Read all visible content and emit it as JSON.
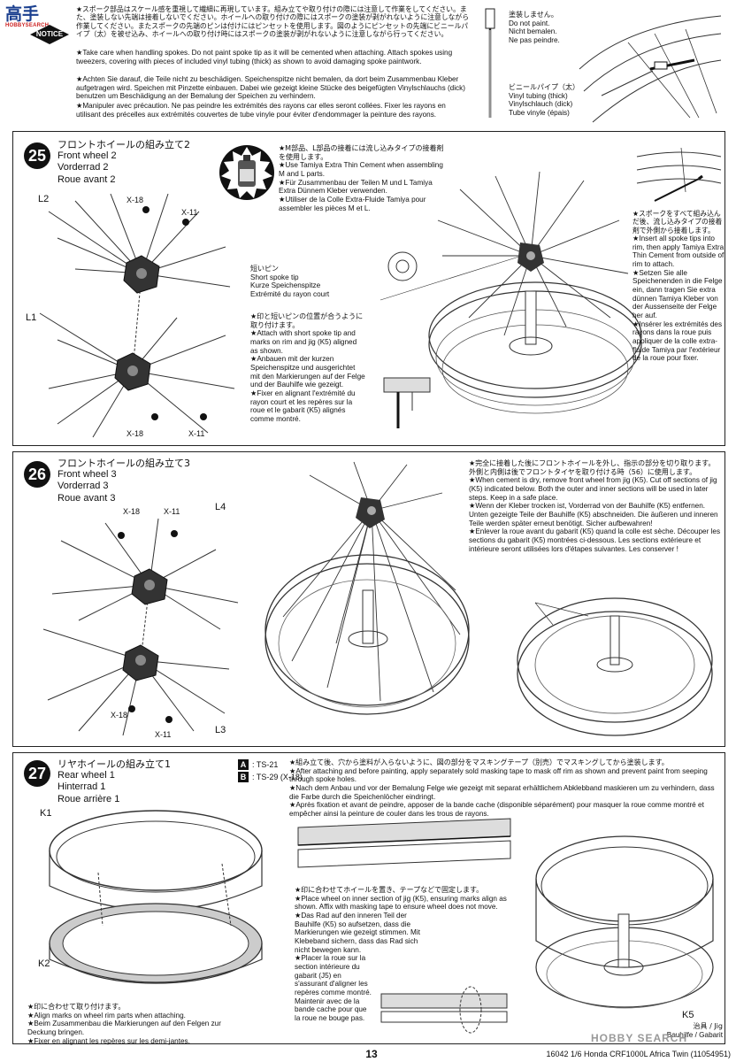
{
  "logo": {
    "text": "高手",
    "sub": "HOBBYSEARCH"
  },
  "notice": {
    "label": "NOTICE",
    "jp": "★スポーク部品はスケール感を重視して繊細に再現しています。組み立てや取り付けの際には注意して作業をしてください。また、塗装しない先端は接着しないでください。ホイールへの取り付けの際にはスポークの塗装が剥がれないように注意しながら作業してください。またスポークの先端のピンは付けにはピンセットを使用します。図のようにピンセットの先端にビニールパイプ（太）を被せ込み、ホイールへの取り付け時にはスポークの塗装が剥がれないように注意しながら行ってください。",
    "en": "★Take care when handling spokes. Do not paint spoke tip as it will be cemented when attaching. Attach spokes using tweezers, covering with pieces of included vinyl tubing (thick) as shown to avoid damaging spoke paintwork.",
    "de": "★Achten Sie darauf, die Teile nicht zu beschädigen. Speichenspitze nicht bemalen, da dort beim Zusammenbau Kleber aufgetragen wird. Speichen mit Pinzette einbauen. Dabei wie gezeigt kleine Stücke des beigefügten Vinylschlauchs (dick) benutzen um Beschädigung an der Bemalung der Speichen zu verhindern.",
    "fr": "★Manipuler avec précaution. Ne pas peindre les extrémités des rayons car elles seront collées. Fixer les rayons en utilisant des précelles aux extrémités couvertes de tube vinyle pour éviter d'endommager la peinture des rayons.",
    "do_not_paint": [
      "塗装しません。",
      "Do not paint.",
      "Nicht bemalen.",
      "Ne pas peindre."
    ],
    "vinyl": [
      "ビニールパイプ（太）",
      "Vinyl tubing (thick)",
      "Vinylschlauch (dick)",
      "Tube vinyle (épais)"
    ]
  },
  "step25": {
    "num": "25",
    "title_jp": "フロントホイールの組み立て2",
    "title_en": "Front wheel 2",
    "title_de": "Vorderrad 2",
    "title_fr": "Roue avant 2",
    "labels": {
      "l2": "L2",
      "l1": "L1",
      "x18a": "X-18",
      "x11a": "X-11",
      "x18b": "X-18",
      "x11b": "X-11"
    },
    "cement": [
      "★M部品、L部品の接着には流し込みタイプの接着剤を使用します。",
      "★Use Tamiya Extra Thin Cement when assembling M and L parts.",
      "★Für Zusammenbau der Teilen M und L Tamiya Extra Dünnem Kleber verwenden.",
      "★Utiliser de la Colle Extra-Fluide Tamiya pour assembler les pièces M et L."
    ],
    "short_tip": [
      "短いピン",
      "Short spoke tip",
      "Kurze Speichenspitze",
      "Extrémité du rayon court"
    ],
    "align": [
      "★印と短いピンの位置が合うように取り付けます。",
      "★Attach with short spoke tip and marks on rim and jig (K5) aligned as shown.",
      "★Anbauen mit der kurzen Speichenspitze und ausgerichtet mit den Markierungen auf der Felge und der Bauhilfe wie gezeigt.",
      "★Fixer en alignant l'extrémité du rayon court et les repères sur la roue et le gabarit (K5) alignés comme montré."
    ],
    "insert": [
      "★スポークをすべて組み込んだ後、流し込みタイプの接着剤で外側から接着します。",
      "★Insert all spoke tips into rim, then apply Tamiya Extra Thin Cement from outside of rim to attach.",
      "★Setzen Sie alle Speichenenden in die Felge ein, dann tragen Sie extra dünnen Tamiya Kleber von der Aussenseite der Felge her auf.",
      "★Insérer les extrémités des rayons dans la roue puis appliquer de la colle extra-fluide Tamiya par l'extérieur de la roue pour fixer."
    ]
  },
  "step26": {
    "num": "26",
    "title_jp": "フロントホイールの組み立て3",
    "title_en": "Front wheel 3",
    "title_de": "Vorderrad 3",
    "title_fr": "Roue avant 3",
    "labels": {
      "l4": "L4",
      "l3": "L3",
      "x18a": "X-18",
      "x11a": "X-11",
      "x18b": "X-18",
      "x11b": "X-11"
    },
    "note": [
      "★完全に接着した後にフロントホイールを外し、指示の部分を切り取ります。外側と内側は後でフロントタイヤを取り付ける時（56）に使用します。",
      "★When cement is dry, remove front wheel from jig (K5). Cut off sections of jig (K5) indicated below. Both the outer and inner sections will be used in later steps. Keep in a safe place.",
      "★Wenn der Kleber trocken ist, Vorderrad von der Bauhilfe (K5) entfernen. Unten gezeigte Teile der Bauhilfe (K5) abschneiden. Die äußeren und inneren Teile werden später erneut benötigt. Sicher aufbewahren!",
      "★Enlever la roue avant du gabarit (K5) quand la colle est sèche. Découper les sections du gabarit (K5) montrées ci-dessous. Les sections extérieure et intérieure seront utilisées lors d'étapes suivantes. Les conserver !"
    ]
  },
  "step27": {
    "num": "27",
    "title_jp": "リヤホイールの組み立て1",
    "title_en": "Rear wheel 1",
    "title_de": "Hinterrad 1",
    "title_fr": "Roue arrière 1",
    "paints": [
      {
        "box": "A",
        "code": ": TS-21"
      },
      {
        "box": "B",
        "code": ": TS-29 (X-18)"
      }
    ],
    "labels": {
      "k1": "K1",
      "k2": "K2",
      "k5": "K5",
      "jig": [
        "治具 / Jig",
        "Bauhilfe / Gabarit"
      ]
    },
    "mask": [
      "★組み立て後、穴から塗料が入らないように、図の部分をマスキングテープ（別売）でマスキングしてから塗装します。",
      "★After attaching and before painting, apply separately sold masking tape to mask off rim as shown and prevent paint from seeping through spoke holes.",
      "★Nach dem Anbau und vor der Bemalung Felge wie gezeigt mit separat erhältlichem Abklebband maskieren um zu verhindern, dass die Farbe durch die Speichenlöcher eindringt.",
      "★Après fixation et avant de peindre, apposer de la bande cache (disponible séparément) pour masquer la roue comme montré et empêcher ainsi la peinture de couler dans les trous de rayons."
    ],
    "place": [
      "★印に合わせてホイールを置き、テープなどで固定します。",
      "★Place wheel on inner section of jig (K5), ensuring marks align as shown. Affix with masking tape to ensure wheel does not move.",
      "★Das Rad auf den inneren Teil der Bauhilfe (K5) so aufsetzen, dass die Markierungen wie gezeigt stimmen. Mit Klebeband sichern, dass das Rad sich nicht bewegen kann.",
      "★Placer la roue sur la section intérieure du gabarit (J5) en s'assurant d'aligner les repères comme montré. Maintenir avec de la bande cache pour que la roue ne bouge pas."
    ],
    "align": [
      "★印に合わせて取り付けます。",
      "★Align marks on wheel rim parts when attaching.",
      "★Beim Zusammenbau die Markierungen auf den Felgen zur Deckung bringen.",
      "★Fixer en alignant les repères sur les demi-jantes."
    ]
  },
  "footer": {
    "page": "13",
    "code": "16042  1/6 Honda CRF1000L Africa Twin (11054951)",
    "watermark": "HOBBY SEARCH"
  }
}
